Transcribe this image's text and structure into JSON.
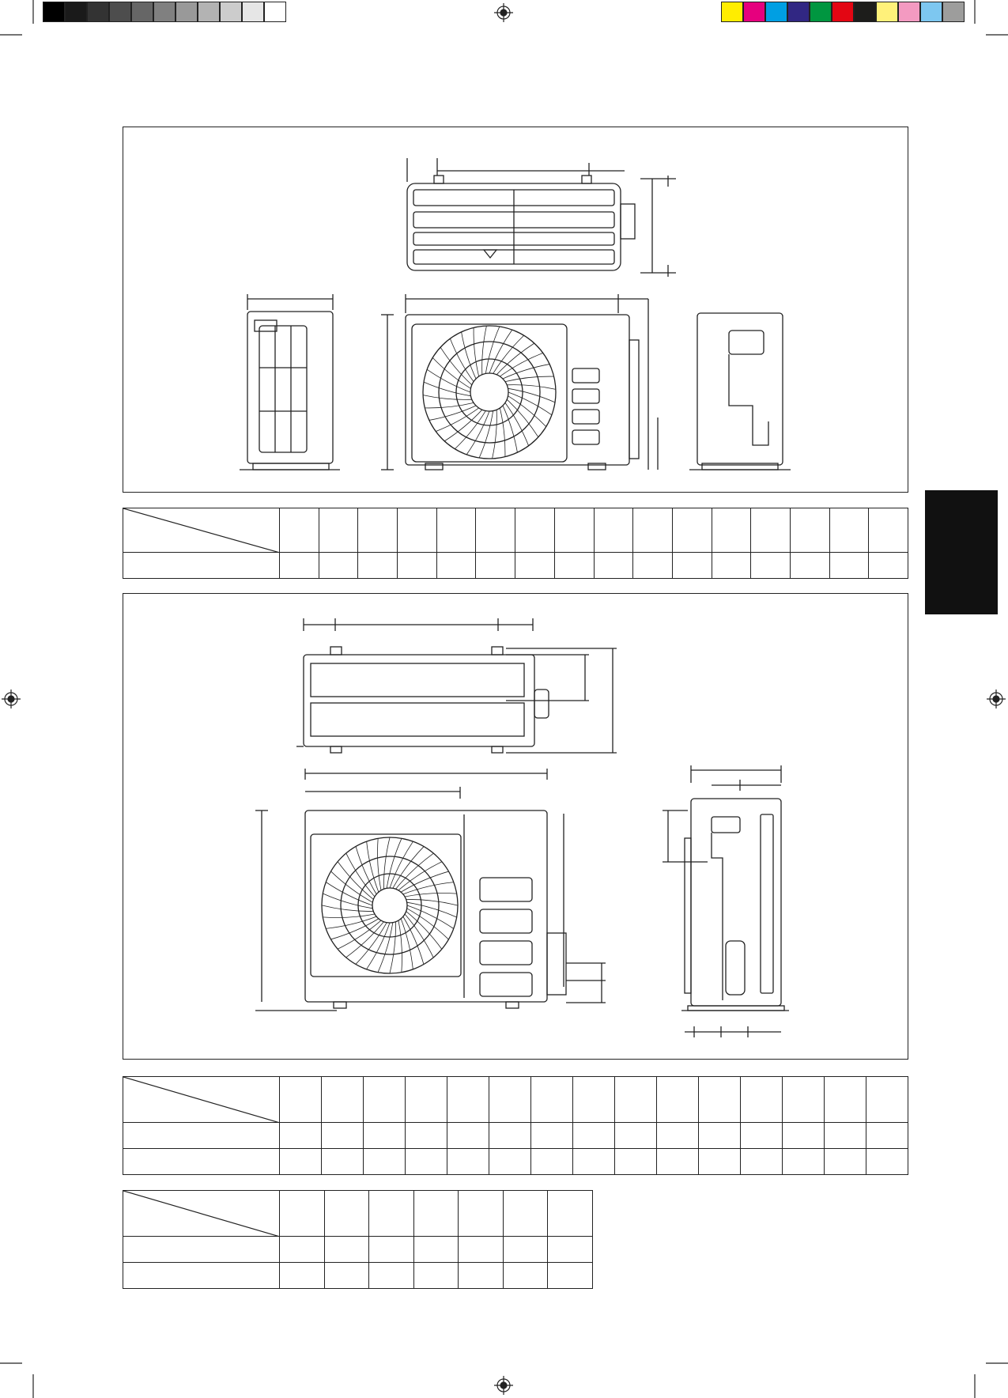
{
  "print_marks": {
    "gray_bar": [
      "#000000",
      "#1a1a1a",
      "#333333",
      "#4d4d4d",
      "#666666",
      "#808080",
      "#999999",
      "#b3b3b3",
      "#cccccc",
      "#e6e6e6",
      "#ffffff"
    ],
    "color_bar": [
      "#ffed00",
      "#e6007e",
      "#009fe3",
      "#312783",
      "#009640",
      "#e30613",
      "#1d1d1b",
      "#fff17a",
      "#f39ac1",
      "#7dc7f0",
      "#9d9d9c"
    ]
  },
  "section_tab": {
    "color": "#111111"
  },
  "table_1": {
    "columns": 16,
    "rows": 1
  },
  "table_2": {
    "columns": 15,
    "rows": 2
  },
  "table_3": {
    "columns": 7,
    "rows": 2
  }
}
